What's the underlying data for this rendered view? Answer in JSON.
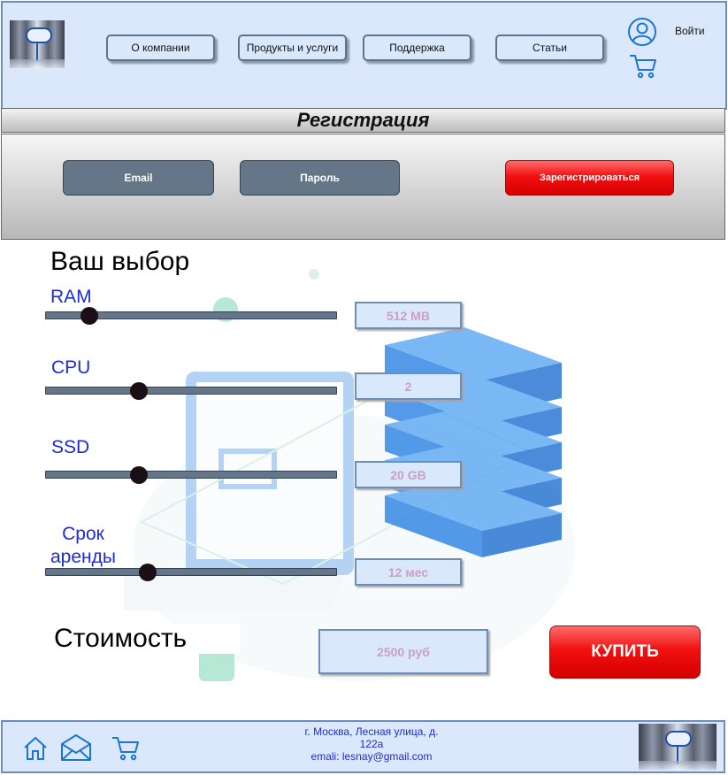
{
  "header": {
    "nav": [
      "О компании",
      "Продукты и услуги",
      "Поддержка",
      "Статьи"
    ],
    "login": "Войти",
    "logo_icon": "datacenter-cloud-logo",
    "user_icon": "user-circle-icon",
    "cart_icon": "cart-icon",
    "accent_color": "#1b76d1"
  },
  "registration": {
    "title": "Регистрация",
    "email_label": "Email",
    "password_label": "Пароль",
    "submit_label": "Зарегистрироваться"
  },
  "config": {
    "title": "Ваш выбор",
    "params": [
      {
        "label": "RAM",
        "value": "512 MB",
        "level": 0.15
      },
      {
        "label": "CPU",
        "value": "2",
        "level": 0.32
      },
      {
        "label": "SSD",
        "value": "20 GB",
        "level": 0.32
      },
      {
        "label": "Срок\nаренды",
        "value": "12 мес",
        "level": 0.35
      }
    ],
    "cost_label": "Стоимость",
    "cost_value": "2500 руб",
    "buy_label": "КУПИТЬ"
  },
  "footer": {
    "address_line1": "г. Москва, Лесная улица, д.",
    "address_line2": "122а",
    "email": "emali: lesnay@gmail.com",
    "icons": [
      "home-icon",
      "mail-icon",
      "cart-icon"
    ]
  },
  "colors": {
    "brand_blue": "#dae8fc",
    "button_red": "#e80000",
    "label_blue": "#1d2bd6",
    "value_pink": "#cc9fc3"
  }
}
